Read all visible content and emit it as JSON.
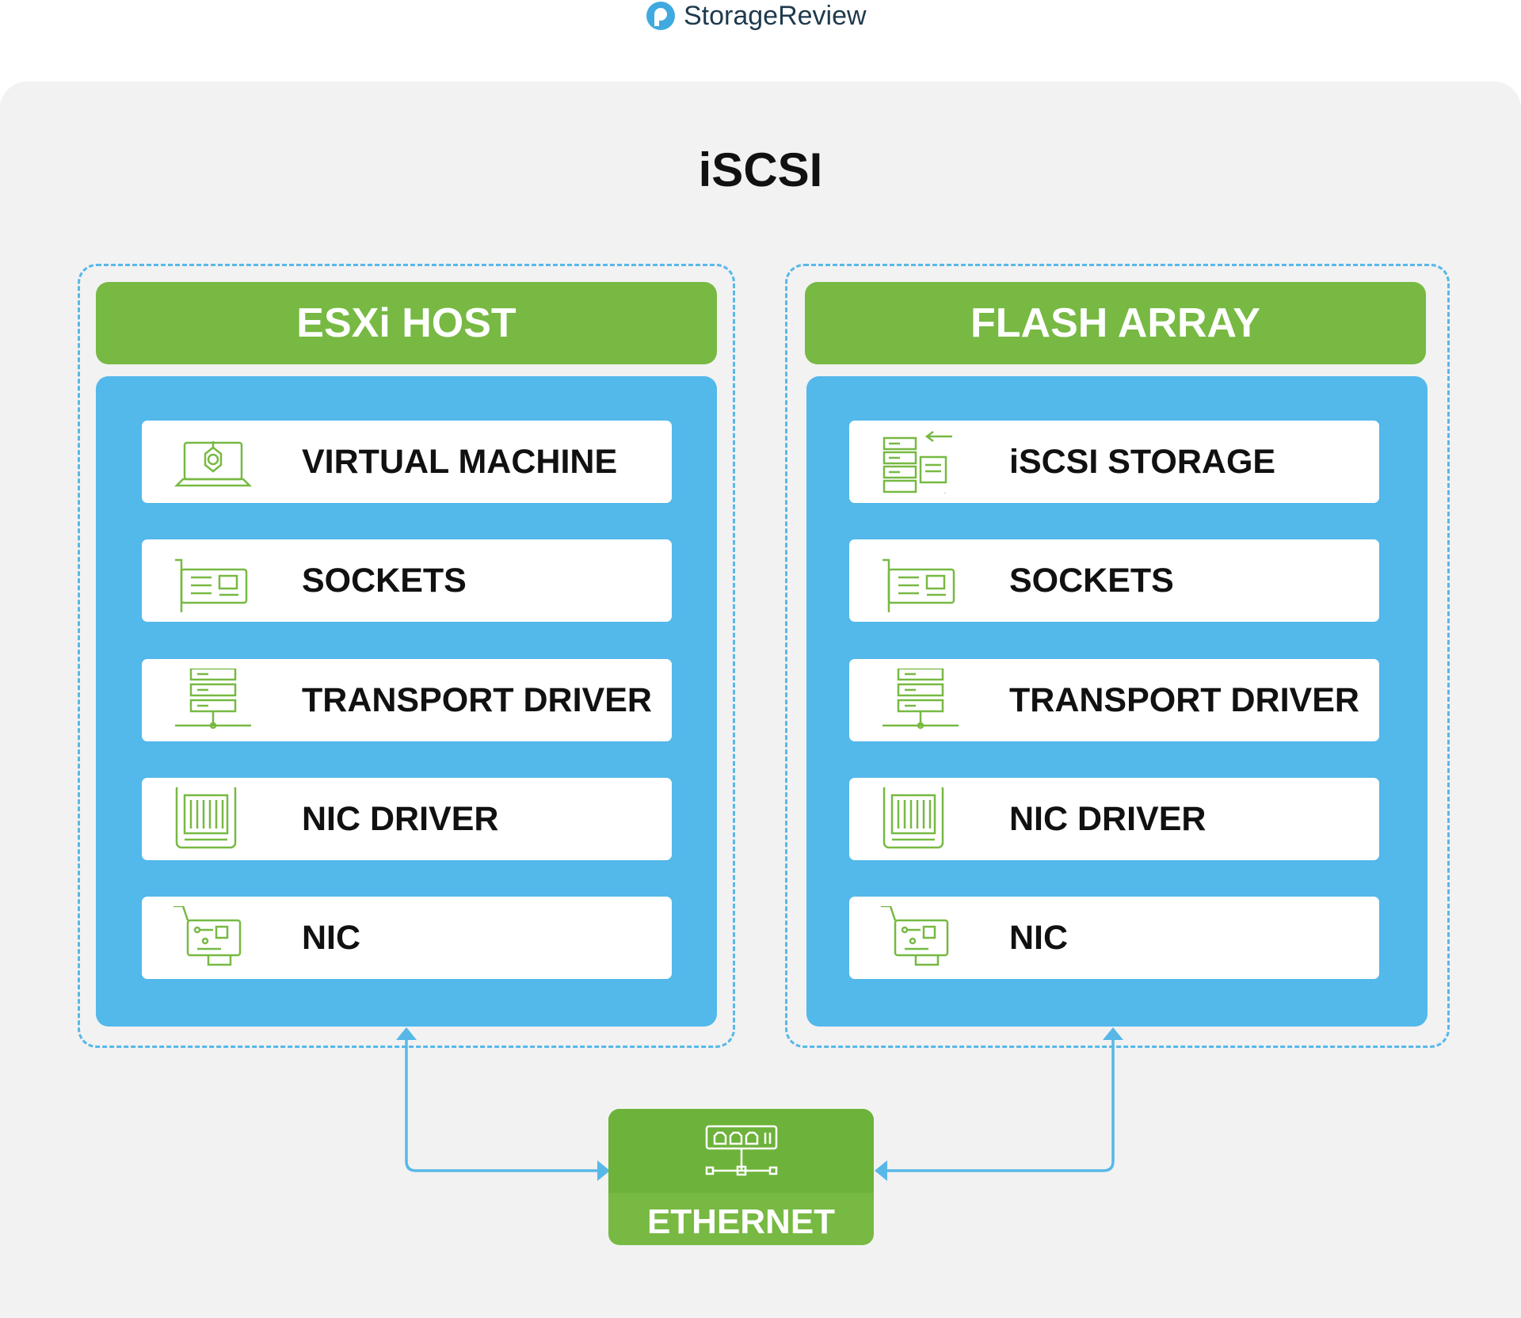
{
  "brand": {
    "name": "StorageReview"
  },
  "title": "iSCSI",
  "colors": {
    "green": "#77b943",
    "blue": "#53b8ea",
    "dash": "#57b8e8",
    "panel": "#f2f2f2"
  },
  "left": {
    "header": "ESXi HOST",
    "rows": [
      {
        "label": "VIRTUAL MACHINE",
        "icon": "laptop-vm-icon"
      },
      {
        "label": "SOCKETS",
        "icon": "card-socket-icon"
      },
      {
        "label": "TRANSPORT DRIVER",
        "icon": "server-network-icon"
      },
      {
        "label": "NIC DRIVER",
        "icon": "chip-icon"
      },
      {
        "label": "NIC",
        "icon": "nic-card-icon"
      }
    ]
  },
  "right": {
    "header": "FLASH ARRAY",
    "rows": [
      {
        "label": "iSCSI STORAGE",
        "icon": "storage-transfer-icon"
      },
      {
        "label": "SOCKETS",
        "icon": "card-socket-icon"
      },
      {
        "label": "TRANSPORT DRIVER",
        "icon": "server-network-icon"
      },
      {
        "label": "NIC DRIVER",
        "icon": "chip-icon"
      },
      {
        "label": "NIC",
        "icon": "nic-card-icon"
      }
    ]
  },
  "ethernet": {
    "label": "ETHERNET",
    "icon": "network-switch-icon"
  }
}
